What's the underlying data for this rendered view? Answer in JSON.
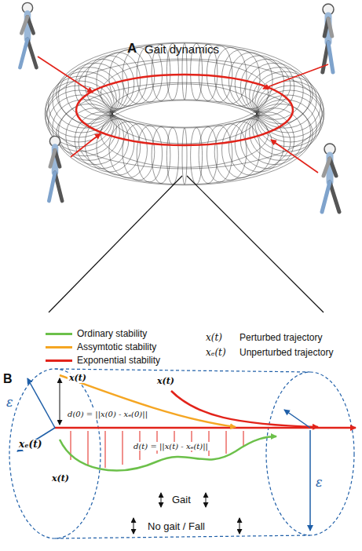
{
  "diagram": {
    "title": "Gait dynamics",
    "labels": [
      "A",
      "x(t)",
      "Perturbed trajectory",
      "xₑ(t)",
      "Unperturbed trajectory",
      "B",
      "ε",
      "xₑ(t)",
      "x(t)",
      "x(t)",
      "d(0) = ||x(0) - xₑ(0)||",
      "d(t) = ||x(t) - xₑ(t)||",
      "x(t)",
      "ε",
      "Gait",
      "No gait / Fall"
    ],
    "legend": [
      {
        "text": "Ordinary stability",
        "color": "#6cc04a"
      },
      {
        "text": "Assymtotic stability",
        "color": "#f5a623"
      },
      {
        "text": "Exponential stability",
        "color": "#e2231a"
      }
    ]
  }
}
